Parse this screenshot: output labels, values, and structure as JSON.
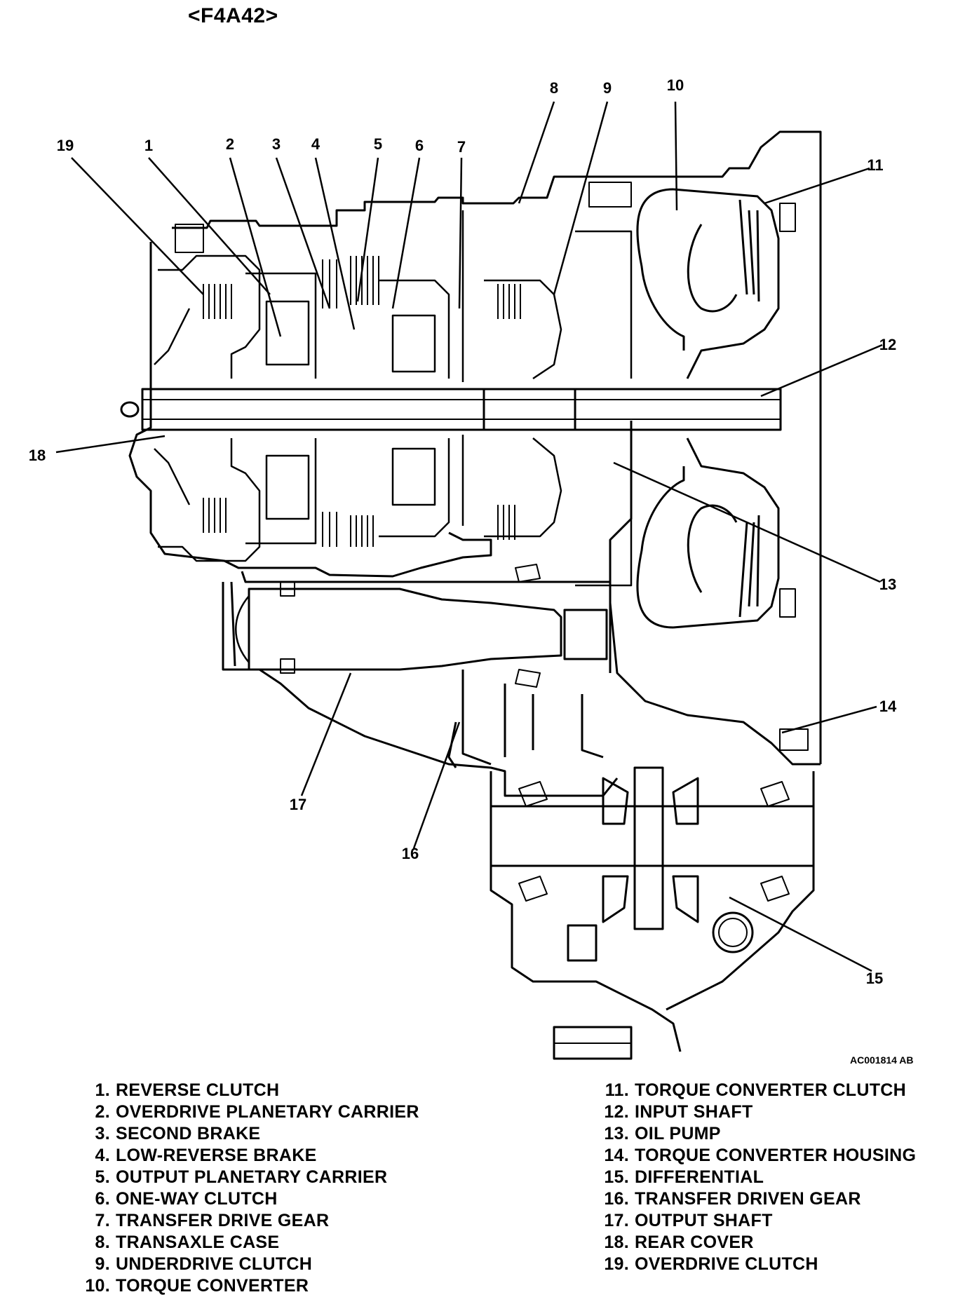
{
  "title": "<F4A42>",
  "figure_code": "AC001814 AB",
  "callouts": [
    "1",
    "2",
    "3",
    "4",
    "5",
    "6",
    "7",
    "8",
    "9",
    "10",
    "11",
    "12",
    "13",
    "14",
    "15",
    "16",
    "17",
    "18",
    "19"
  ],
  "legend_left": [
    {
      "num": "1.",
      "label": "REVERSE CLUTCH"
    },
    {
      "num": "2.",
      "label": "OVERDRIVE PLANETARY CARRIER"
    },
    {
      "num": "3.",
      "label": "SECOND BRAKE"
    },
    {
      "num": "4.",
      "label": "LOW-REVERSE BRAKE"
    },
    {
      "num": "5.",
      "label": "OUTPUT PLANETARY CARRIER"
    },
    {
      "num": "6.",
      "label": "ONE-WAY CLUTCH"
    },
    {
      "num": "7.",
      "label": "TRANSFER DRIVE GEAR"
    },
    {
      "num": "8.",
      "label": "TRANSAXLE CASE"
    },
    {
      "num": "9.",
      "label": "UNDERDRIVE CLUTCH"
    },
    {
      "num": "10.",
      "label": "TORQUE CONVERTER"
    }
  ],
  "legend_right": [
    {
      "num": "11.",
      "label": "TORQUE CONVERTER CLUTCH"
    },
    {
      "num": "12.",
      "label": "INPUT SHAFT"
    },
    {
      "num": "13.",
      "label": "OIL PUMP"
    },
    {
      "num": "14.",
      "label": "TORQUE CONVERTER HOUSING"
    },
    {
      "num": "15.",
      "label": "DIFFERENTIAL"
    },
    {
      "num": "16.",
      "label": "TRANSFER DRIVEN GEAR"
    },
    {
      "num": "17.",
      "label": "OUTPUT SHAFT"
    },
    {
      "num": "18.",
      "label": "REAR COVER"
    },
    {
      "num": "19.",
      "label": "OVERDRIVE CLUTCH"
    }
  ]
}
